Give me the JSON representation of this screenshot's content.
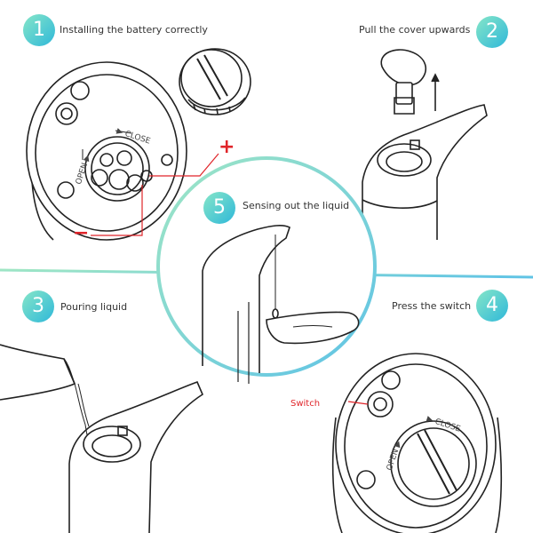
{
  "steps": [
    {
      "number": "1",
      "title": "Installing the battery correctly"
    },
    {
      "number": "2",
      "title": "Pull the cover upwards"
    },
    {
      "number": "3",
      "title": "Pouring liquid"
    },
    {
      "number": "4",
      "title": "Press the switch"
    },
    {
      "number": "5",
      "title": "Sensing out the liquid"
    }
  ],
  "labels": {
    "close_1": "CLOSE",
    "open_1": "OPEN",
    "plus": "+",
    "minus": "−",
    "switch": "Switch",
    "close_4": "CLOSE",
    "open_4": "OPEN"
  },
  "colors": {
    "badge_gradient_start": "#86e6c8",
    "badge_gradient_end": "#2fb8d9",
    "divider_green": "#8fe0c0",
    "divider_blue": "#6fcbe3",
    "polarity_red": "#e0252a",
    "line_art": "#222222"
  },
  "icons": [
    "soap-dispenser-icon",
    "battery-compartment-icon",
    "screw-cap-icon",
    "hand-icon",
    "bottle-icon"
  ]
}
